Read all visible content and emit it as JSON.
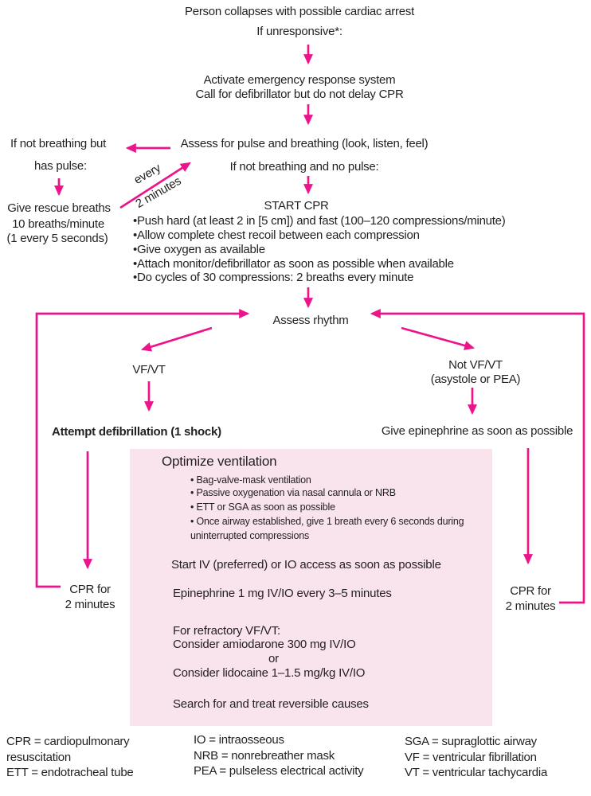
{
  "colors": {
    "accent": "#EC138B",
    "box_bg": "#F9E3ED",
    "text": "#231F20"
  },
  "flow": {
    "start": {
      "line1": "Person collapses with possible cardiac arrest",
      "line2": "If unresponsive*:"
    },
    "activate": {
      "line1": "Activate emergency response system",
      "line2": "Call for defibrillator but do not delay CPR"
    },
    "assess_pulse": "Assess for pulse and breathing (look, listen, feel)",
    "no_pulse": "If not breathing and no pulse:",
    "rescue": {
      "line1": "If not breathing but",
      "line2": "has pulse:",
      "action": "Give rescue breaths",
      "detail1": "10 breaths/minute",
      "detail2": "(1 every 5 seconds)",
      "loop1": "every",
      "loop2": "2 minutes"
    },
    "start_cpr": {
      "title": "START CPR",
      "bullets": [
        "Push hard (at least 2 in [5 cm]) and fast (100–120 compressions/minute)",
        "Allow complete chest recoil between each compression",
        "Give oxygen as available",
        "Attach monitor/defibrillator as soon as possible when available",
        "Do cycles of 30 compressions: 2 breaths every minute"
      ]
    },
    "assess_rhythm": "Assess rhythm",
    "vf": {
      "label": "VF/VT",
      "action": "Attempt defibrillation (1 shock)",
      "cpr1": "CPR for",
      "cpr2": "2 minutes"
    },
    "not_vf": {
      "label1": "Not VF/VT",
      "label2": "(asystole or PEA)",
      "action": "Give epinephrine as soon as possible",
      "cpr1": "CPR for",
      "cpr2": "2 minutes"
    },
    "box": {
      "heading": "Optimize ventilation",
      "bullets": [
        "Bag-valve-mask ventilation",
        "Passive oxygenation via nasal cannula or NRB",
        "ETT or SGA as soon as possible",
        "Once airway established, give 1 breath every 6 seconds during uninterrupted compressions"
      ],
      "iv": "Start IV (preferred) or IO access as soon as possible",
      "epi": "Epinephrine 1 mg IV/IO every 3–5 minutes",
      "refractory": "For refractory VF/VT:",
      "amiodarone": "Consider amiodarone 300 mg IV/IO",
      "or": "or",
      "lidocaine": "Consider lidocaine 1–1.5 mg/kg IV/IO",
      "search": "Search for and treat reversible causes"
    }
  },
  "legend": {
    "col1": [
      "CPR = cardiopulmonary resuscitation",
      "ETT = endotracheal tube"
    ],
    "col2": [
      "IO = intraosseous",
      "NRB = nonrebreather mask",
      "PEA = pulseless electrical activity"
    ],
    "col3": [
      "SGA = supraglottic airway",
      "VF = ventricular fibrillation",
      "VT = ventricular tachycardia"
    ]
  }
}
